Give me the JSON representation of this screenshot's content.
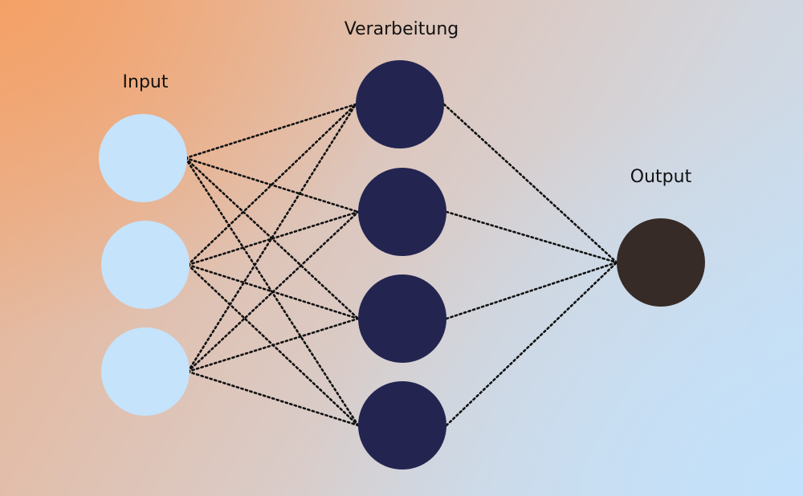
{
  "labels": {
    "input": "Input",
    "hidden": "Verarbeitung",
    "output": "Output"
  },
  "colors": {
    "input_node": "#c5e3fb",
    "hidden_node": "#232550",
    "output_node": "#372b27",
    "connection": "#111111"
  },
  "network": {
    "input_nodes": 3,
    "hidden_nodes": 4,
    "output_nodes": 1
  }
}
